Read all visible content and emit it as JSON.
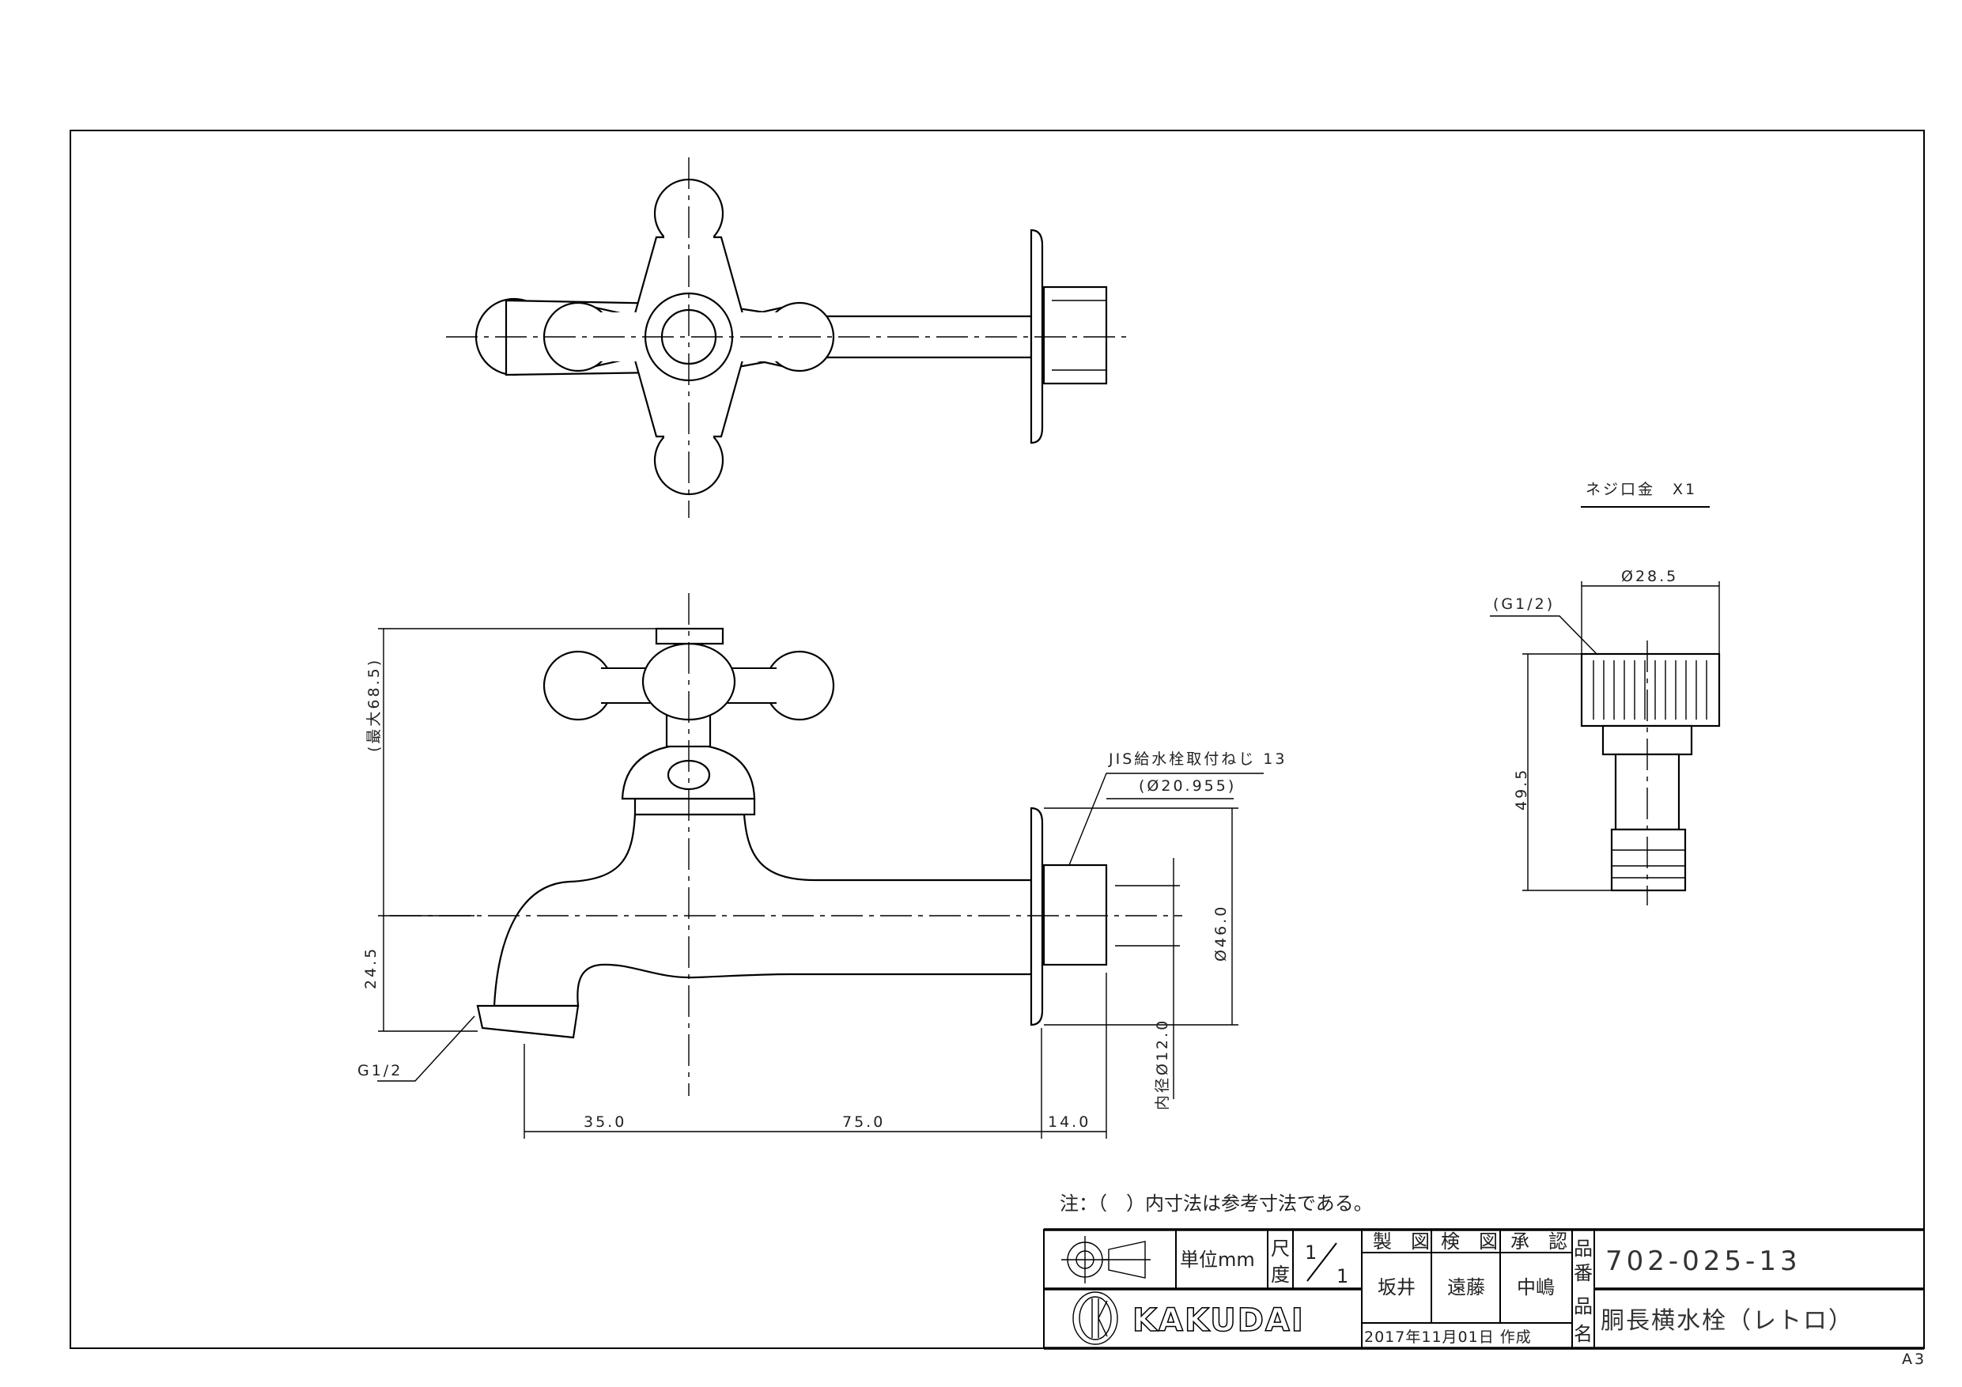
{
  "top_view": {},
  "front_view": {
    "dim_height_max": "(最大68.5)",
    "dim_spout": "24.5",
    "dim_35": "35.0",
    "dim_75": "75.0",
    "dim_14": "14.0",
    "dim_outer": "Ø46.0",
    "dim_inner": "内径Ø12.0",
    "outlet_thread": "G1/2",
    "inlet_thread_label": "JIS給水栓取付ねじ 13",
    "inlet_thread_dia": "(Ø20.955)"
  },
  "accessory": {
    "title": "ネジ口金　X1",
    "thread": "(G1/2)",
    "dim_dia": "Ø28.5",
    "dim_len": "49.5"
  },
  "note": "注：（　）内寸法は参考寸法である。",
  "title_block": {
    "unit": "単位mm",
    "scale_label_1": "尺",
    "scale_label_2": "度",
    "scale_num": "1",
    "scale_den": "1",
    "drawn_label": "製　図",
    "checked_label": "検　図",
    "approved_label": "承　認",
    "drawn_by": "坂井",
    "checked_by": "遠藤",
    "approved_by": "中嶋",
    "date": "2017年11月01日 作成",
    "part_no_label_1": "品",
    "part_no_label_2": "番",
    "part_name_label_1": "品",
    "part_name_label_2": "名",
    "part_no": "702-025-13",
    "part_name": "胴長横水栓（レトロ）",
    "company": "KAKUDAI"
  },
  "sheet_size": "A3"
}
